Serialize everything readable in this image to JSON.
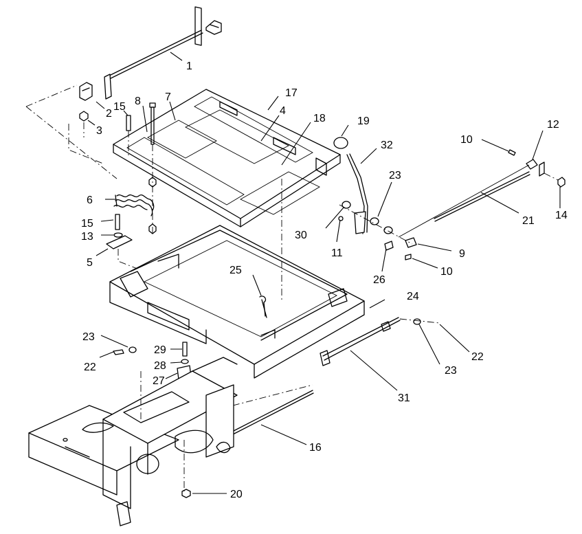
{
  "callouts": [
    {
      "id": "c1",
      "label": "1"
    },
    {
      "id": "c2",
      "label": "2"
    },
    {
      "id": "c3",
      "label": "3"
    },
    {
      "id": "c15a",
      "label": "15"
    },
    {
      "id": "c8",
      "label": "8"
    },
    {
      "id": "c7",
      "label": "7"
    },
    {
      "id": "c17",
      "label": "17"
    },
    {
      "id": "c4",
      "label": "4"
    },
    {
      "id": "c18",
      "label": "18"
    },
    {
      "id": "c19",
      "label": "19"
    },
    {
      "id": "c32",
      "label": "32"
    },
    {
      "id": "c12",
      "label": "12"
    },
    {
      "id": "c10a",
      "label": "10"
    },
    {
      "id": "c23a",
      "label": "23"
    },
    {
      "id": "c6",
      "label": "6"
    },
    {
      "id": "c15b",
      "label": "15"
    },
    {
      "id": "c13",
      "label": "13"
    },
    {
      "id": "c5",
      "label": "5"
    },
    {
      "id": "c30",
      "label": "30"
    },
    {
      "id": "c11",
      "label": "11"
    },
    {
      "id": "c21",
      "label": "21"
    },
    {
      "id": "c14",
      "label": "14"
    },
    {
      "id": "c9",
      "label": "9"
    },
    {
      "id": "c10b",
      "label": "10"
    },
    {
      "id": "c26",
      "label": "26"
    },
    {
      "id": "c25",
      "label": "25"
    },
    {
      "id": "c24",
      "label": "24"
    },
    {
      "id": "c23b",
      "label": "23"
    },
    {
      "id": "c22a",
      "label": "22"
    },
    {
      "id": "c29",
      "label": "29"
    },
    {
      "id": "c28",
      "label": "28"
    },
    {
      "id": "c27",
      "label": "27"
    },
    {
      "id": "c22b",
      "label": "22"
    },
    {
      "id": "c23c",
      "label": "23"
    },
    {
      "id": "c31",
      "label": "31"
    },
    {
      "id": "c16",
      "label": "16"
    },
    {
      "id": "c20",
      "label": "20"
    }
  ]
}
